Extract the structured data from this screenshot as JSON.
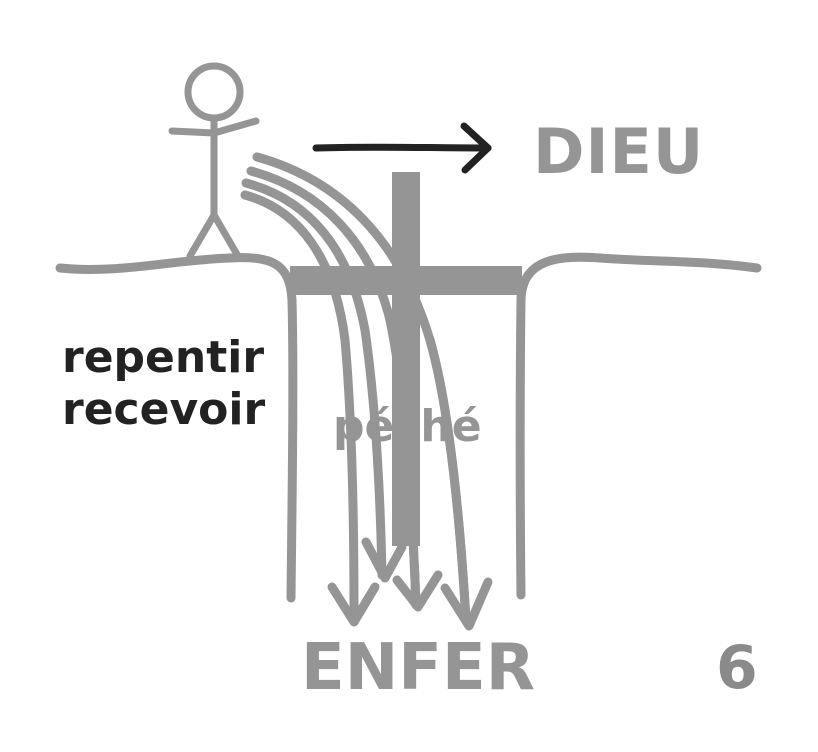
{
  "diagram": {
    "title": "Bridge to God illustration",
    "labels": {
      "top_destination": "DIEU",
      "bottom_destination": "ENFER",
      "chasm_label": "péché",
      "actions": [
        "repentir",
        "recevoir"
      ],
      "page_number": "6"
    },
    "elements": {
      "person": "stick-figure",
      "bridge": "cross",
      "direction_arrow": "arrow-right",
      "falling_paths_count": 4,
      "down_arrows_count": 4
    },
    "colors": {
      "primary_gray": "#959595",
      "dark_text": "#222222",
      "page_number": "#8a8a8a",
      "background": "#ffffff"
    }
  }
}
